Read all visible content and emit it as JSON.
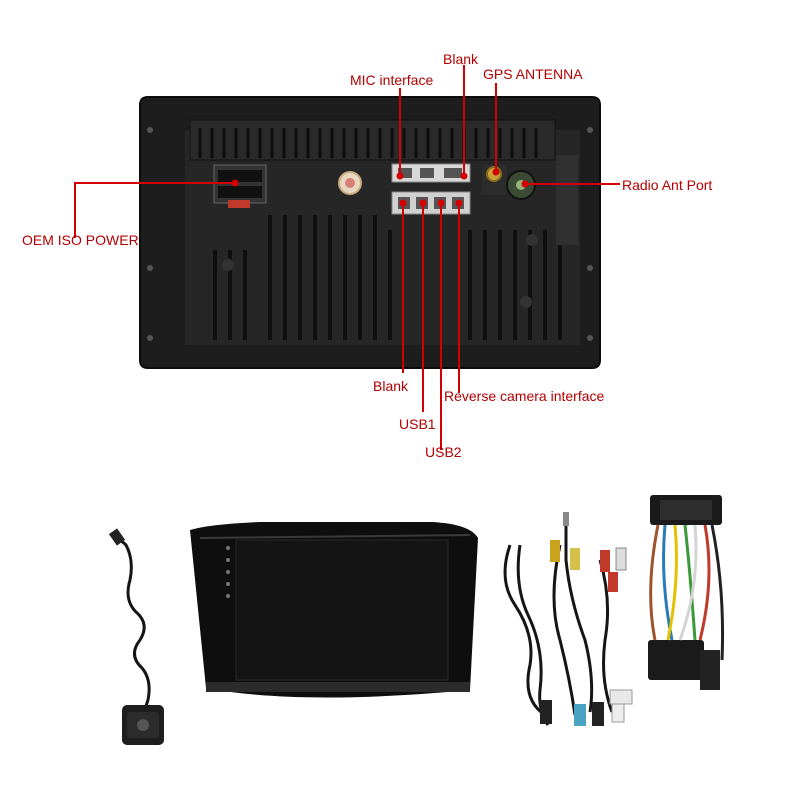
{
  "labels": {
    "mic": "MIC interface",
    "blank_top": "Blank",
    "gps": "GPS ANTENNA",
    "radio": "Radio Ant Port",
    "oem": "OEM ISO POWER",
    "blank_bottom": "Blank",
    "usb1": "USB1",
    "usb2": "USB2",
    "reverse": "Reverse camera interface"
  },
  "colors": {
    "label": "#b30000",
    "line": "#d40000",
    "unit_body": "#1c1c1c",
    "screen": "#111111"
  }
}
